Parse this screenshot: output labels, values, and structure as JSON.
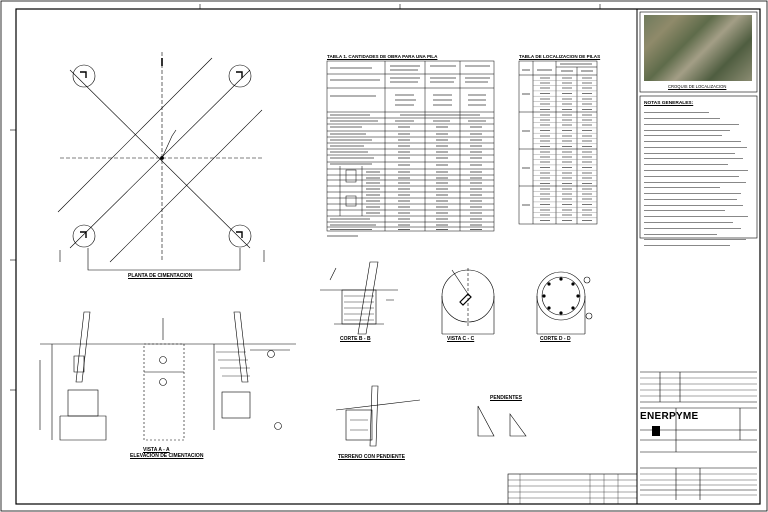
{
  "table1": {
    "title": "TABLA 1. CANTIDADES DE OBRA PARA UNA PILA"
  },
  "table2": {
    "title": "TABLA DE LOCALIZACION DE PILAS"
  },
  "drawings": {
    "plan_title": "PLANTA DE CIMENTACION",
    "section_b": "CORTE B - B",
    "view_c": "VISTA C - C",
    "section_d": "CORTE D - D",
    "slope_ground": "TERRENO CON PENDIENTE",
    "slopes": "PENDIENTES",
    "view_a": "VISTA A - A",
    "elevation": "ELEVACION DE CIMENTACION"
  },
  "sidebar": {
    "location_caption": "CROQUIS DE LOCALIZACION",
    "notes_title": "NOTAS GENERALES:"
  },
  "title_block": {
    "company": "ENERPYME"
  },
  "colors": {
    "line": "#000000",
    "photo_base": "#6f7a5c"
  }
}
